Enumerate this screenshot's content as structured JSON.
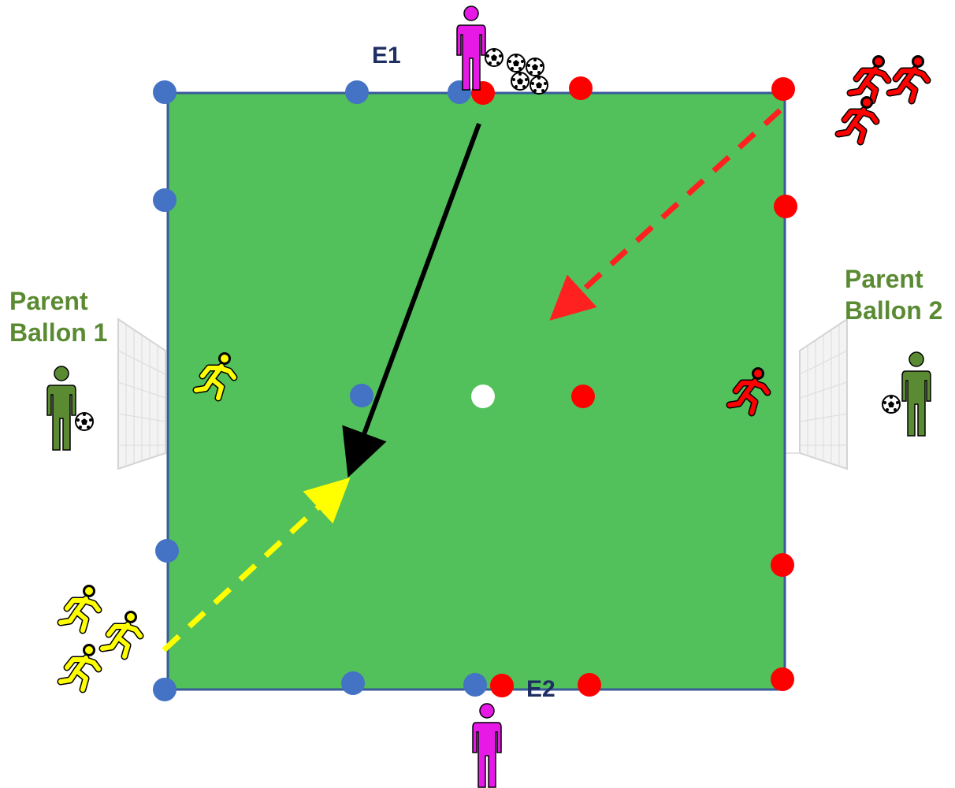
{
  "labels": {
    "coach_top": "E1",
    "coach_bottom": "E2",
    "parent_left_line1": "Parent",
    "parent_left_line2": "Ballon 1",
    "parent_right_line1": "Parent",
    "parent_right_line2": "Ballon 2"
  },
  "colors": {
    "field": "#52c15b",
    "field_border": "#3a5a9a",
    "blue_marker": "#4472c4",
    "red_marker": "#ff0000",
    "center_marker": "#ffffff",
    "coach": "#e619e6",
    "parent": "#5a8a32",
    "yellow_team": "#ffff00",
    "red_team": "#ff0000",
    "pass_arrow": "#000000",
    "yellow_run": "#ffff00",
    "red_run": "#ff2020"
  },
  "icons": [
    "coach-icon",
    "parent-icon",
    "runner-icon",
    "soccer-ball-icon",
    "goal-icon"
  ]
}
